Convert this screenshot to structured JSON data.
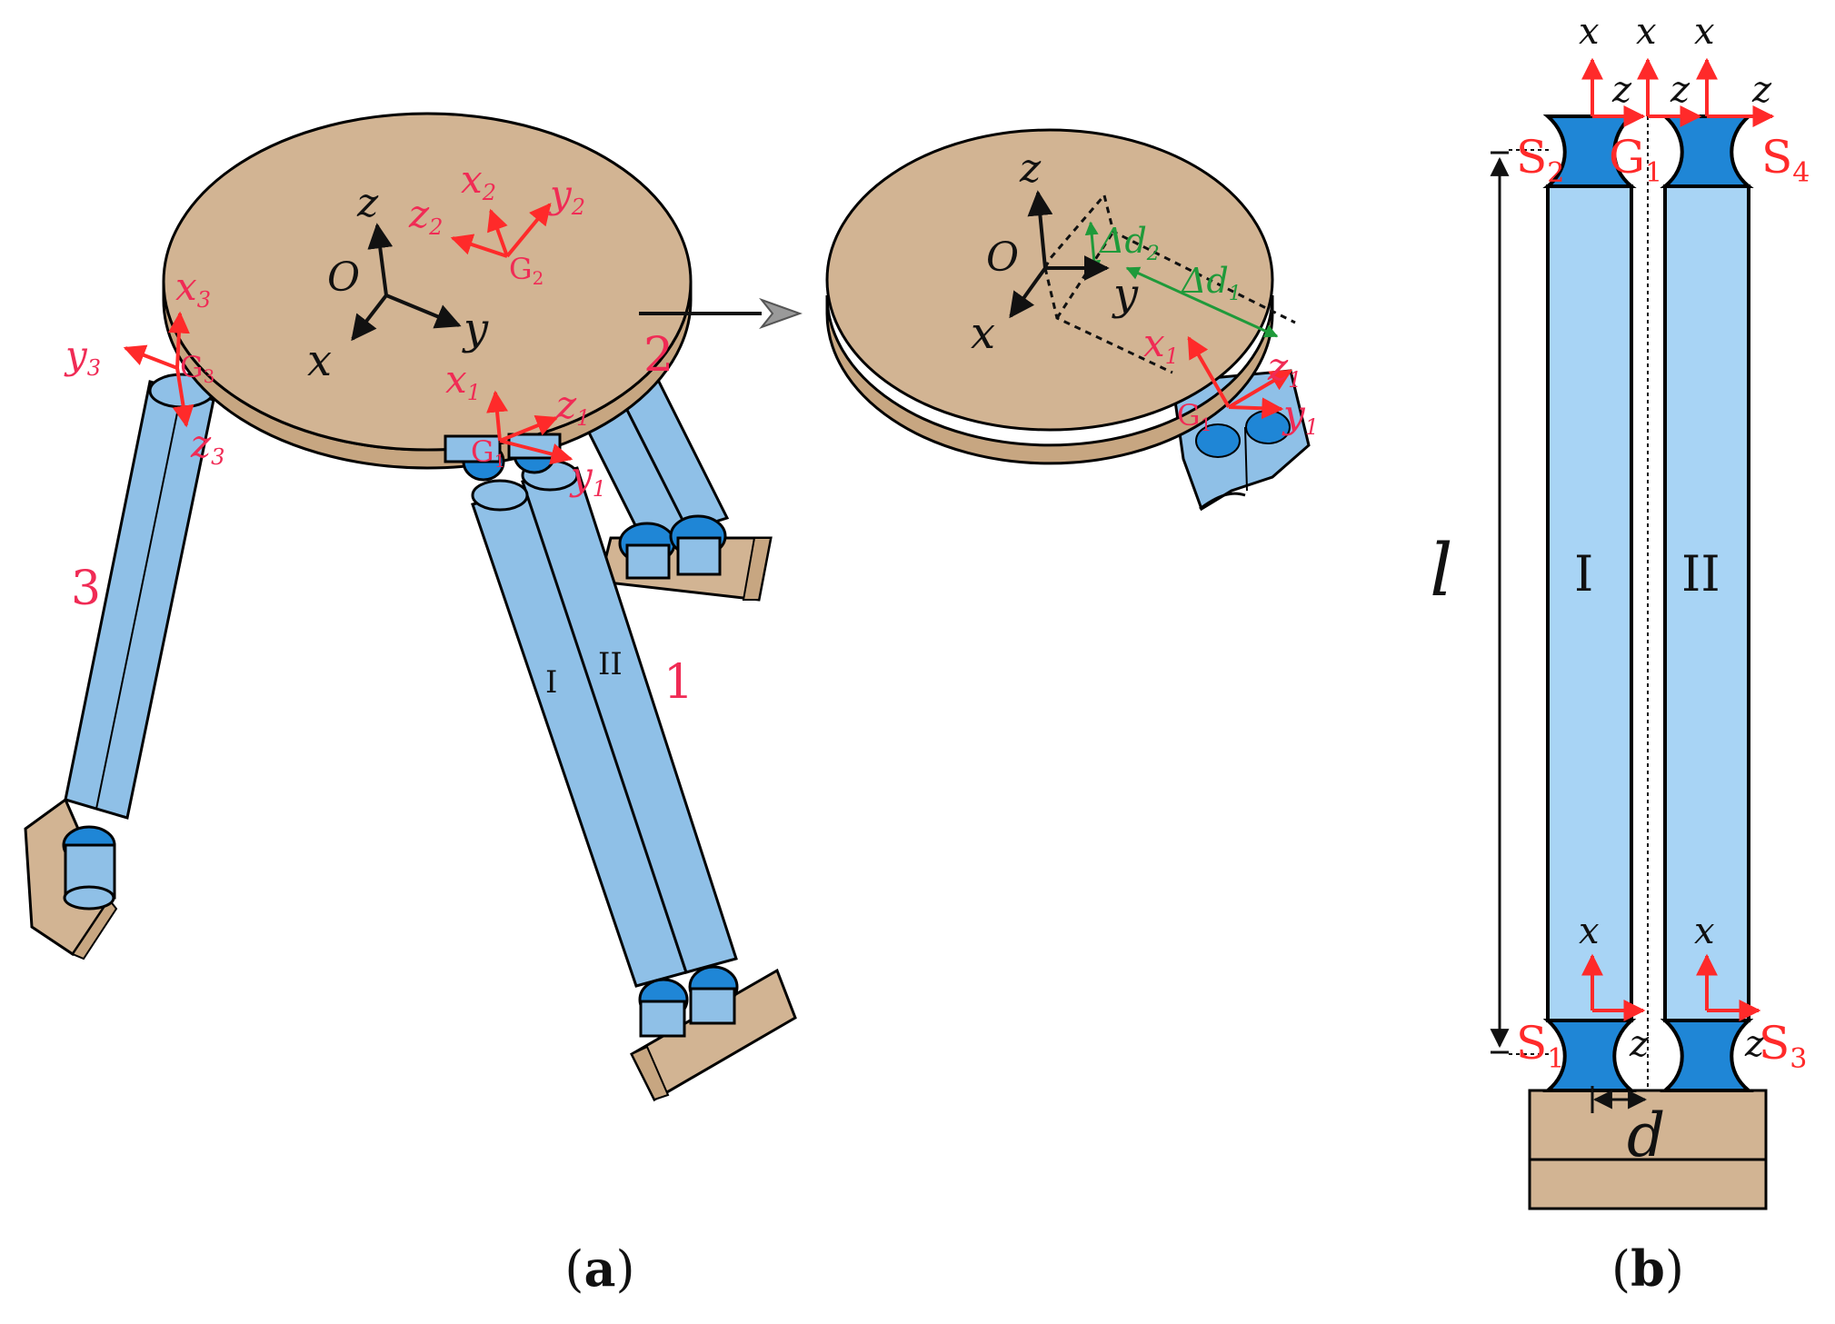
{
  "colors": {
    "plate": "#d2b493",
    "plate_side": "#c7a681",
    "leg": "#8fc0e7",
    "hinge": "#1f86d6",
    "block": "#d2b493",
    "frame_red": "#ff2a2a",
    "label_pink": "#f02b55",
    "measure_green": "#1f9a3a"
  },
  "panel_a": {
    "caption_open": "(",
    "caption_letter": "a",
    "caption_close": ")",
    "global_frame": {
      "z": "z",
      "o": "O",
      "x": "x",
      "y": "y"
    },
    "limb_labels": {
      "limb1": "1",
      "limb2": "2",
      "limb3": "3"
    },
    "chain_labels": {
      "one": "I",
      "two": "II"
    },
    "g2_frame": {
      "x": "x",
      "x_sub": "2",
      "y": "y",
      "y_sub": "2",
      "z": "z",
      "z_sub": "2",
      "g": "G",
      "g_sub": "2"
    },
    "g3_frame": {
      "x": "x",
      "x_sub": "3",
      "y": "y",
      "y_sub": "3",
      "z": "z",
      "z_sub": "3",
      "g": "G",
      "g_sub": "3"
    },
    "g1_frame": {
      "x": "x",
      "x_sub": "1",
      "y": "y",
      "y_sub": "1",
      "z": "z",
      "z_sub": "1",
      "g": "G",
      "g_sub": "1"
    },
    "zoom": {
      "frame": {
        "z": "z",
        "o": "O",
        "x": "x",
        "y": "y"
      },
      "delta_d2": "Δd",
      "delta_d2_sub": "2",
      "delta_d1": "Δd",
      "delta_d1_sub": "1",
      "g1_frame": {
        "x": "x",
        "x_sub": "1",
        "y": "y",
        "y_sub": "1",
        "z": "z",
        "z_sub": "1",
        "g": "G",
        "g_sub": "1"
      }
    }
  },
  "panel_b": {
    "caption_open": "(",
    "caption_letter": "b",
    "caption_close": ")",
    "length_label": "l",
    "offset_label": "d",
    "chain_labels": {
      "one": "I",
      "two": "II"
    },
    "frame_x": "x",
    "frame_z": "z",
    "hinges": {
      "s1": "S",
      "s1_sub": "1",
      "s2": "S",
      "s2_sub": "2",
      "s3": "S",
      "s3_sub": "3",
      "s4": "S",
      "s4_sub": "4",
      "g1": "G",
      "g1_sub": "1"
    }
  }
}
